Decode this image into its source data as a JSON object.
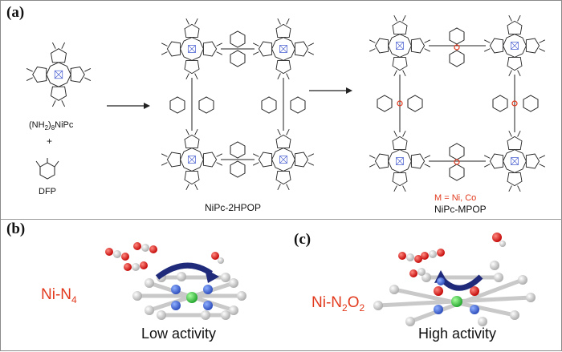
{
  "panels": {
    "a": {
      "label": "(a)",
      "monomer1": {
        "name_prefix": "(NH",
        "name_sub1": "2",
        "name_mid": ")",
        "name_sub2": "8",
        "name_suffix": "NiPc"
      },
      "plus": "+",
      "monomer2": "DFP",
      "polymer1": "NiPc-2HPOP",
      "metal_note": "M = Ni, Co",
      "polymer2": "NiPc-MPOP"
    },
    "b": {
      "label": "(b)",
      "site_prefix": "Ni-N",
      "site_sub": "4",
      "activity": "Low activity"
    },
    "c": {
      "label": "(c)",
      "site_prefix": "Ni-N",
      "site_sub1": "2",
      "site_mid": "O",
      "site_sub2": "2",
      "activity": "High activity"
    }
  },
  "colors": {
    "accent_red": "#e2381c",
    "arrow_blue": "#1f2a7a",
    "metal_green": "#2ecc40",
    "nitrogen_blue": "#3c64d8",
    "oxygen_red": "#e8150f",
    "carbon_grey": "#d9d9d9"
  }
}
